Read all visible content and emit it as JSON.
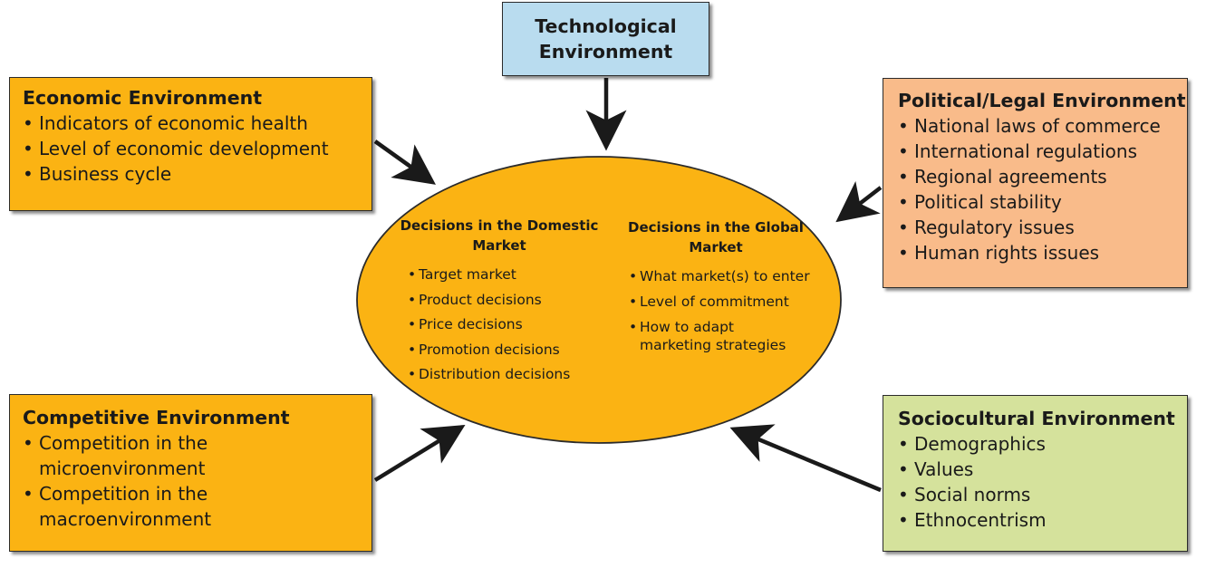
{
  "colors": {
    "orange_box": "#fbb313",
    "oval_fill": "#fbb313",
    "tech_box": "#b9dcef",
    "political_box": "#f9bb8a",
    "sociocultural_box": "#d5e29c",
    "border": "#2b2b2b"
  },
  "technological": {
    "title": "Technological Environment"
  },
  "economic": {
    "title": "Economic Environment",
    "items": [
      "Indicators of economic health",
      "Level of economic development",
      "Business cycle"
    ]
  },
  "political": {
    "title": "Political/Legal Environment",
    "items": [
      "National laws of commerce",
      "International regulations",
      "Regional agreements",
      "Political stability",
      "Regulatory issues",
      "Human rights issues"
    ]
  },
  "competitive": {
    "title": "Competitive Environment",
    "items": [
      "Competition in the microenvironment",
      "Competition in the macroenvironment"
    ]
  },
  "sociocultural": {
    "title": "Sociocultural Environment",
    "items": [
      "Demographics",
      "Values",
      "Social norms",
      "Ethnocentrism"
    ]
  },
  "center": {
    "domestic": {
      "heading": "Decisions in the Domestic Market",
      "items": [
        "Target market",
        "Product decisions",
        "Price decisions",
        "Promotion decisions",
        "Distribution decisions"
      ]
    },
    "global": {
      "heading": "Decisions in the Global Market",
      "items": [
        "What market(s) to enter",
        "Level of commitment",
        "How to adapt marketing strategies"
      ]
    }
  }
}
